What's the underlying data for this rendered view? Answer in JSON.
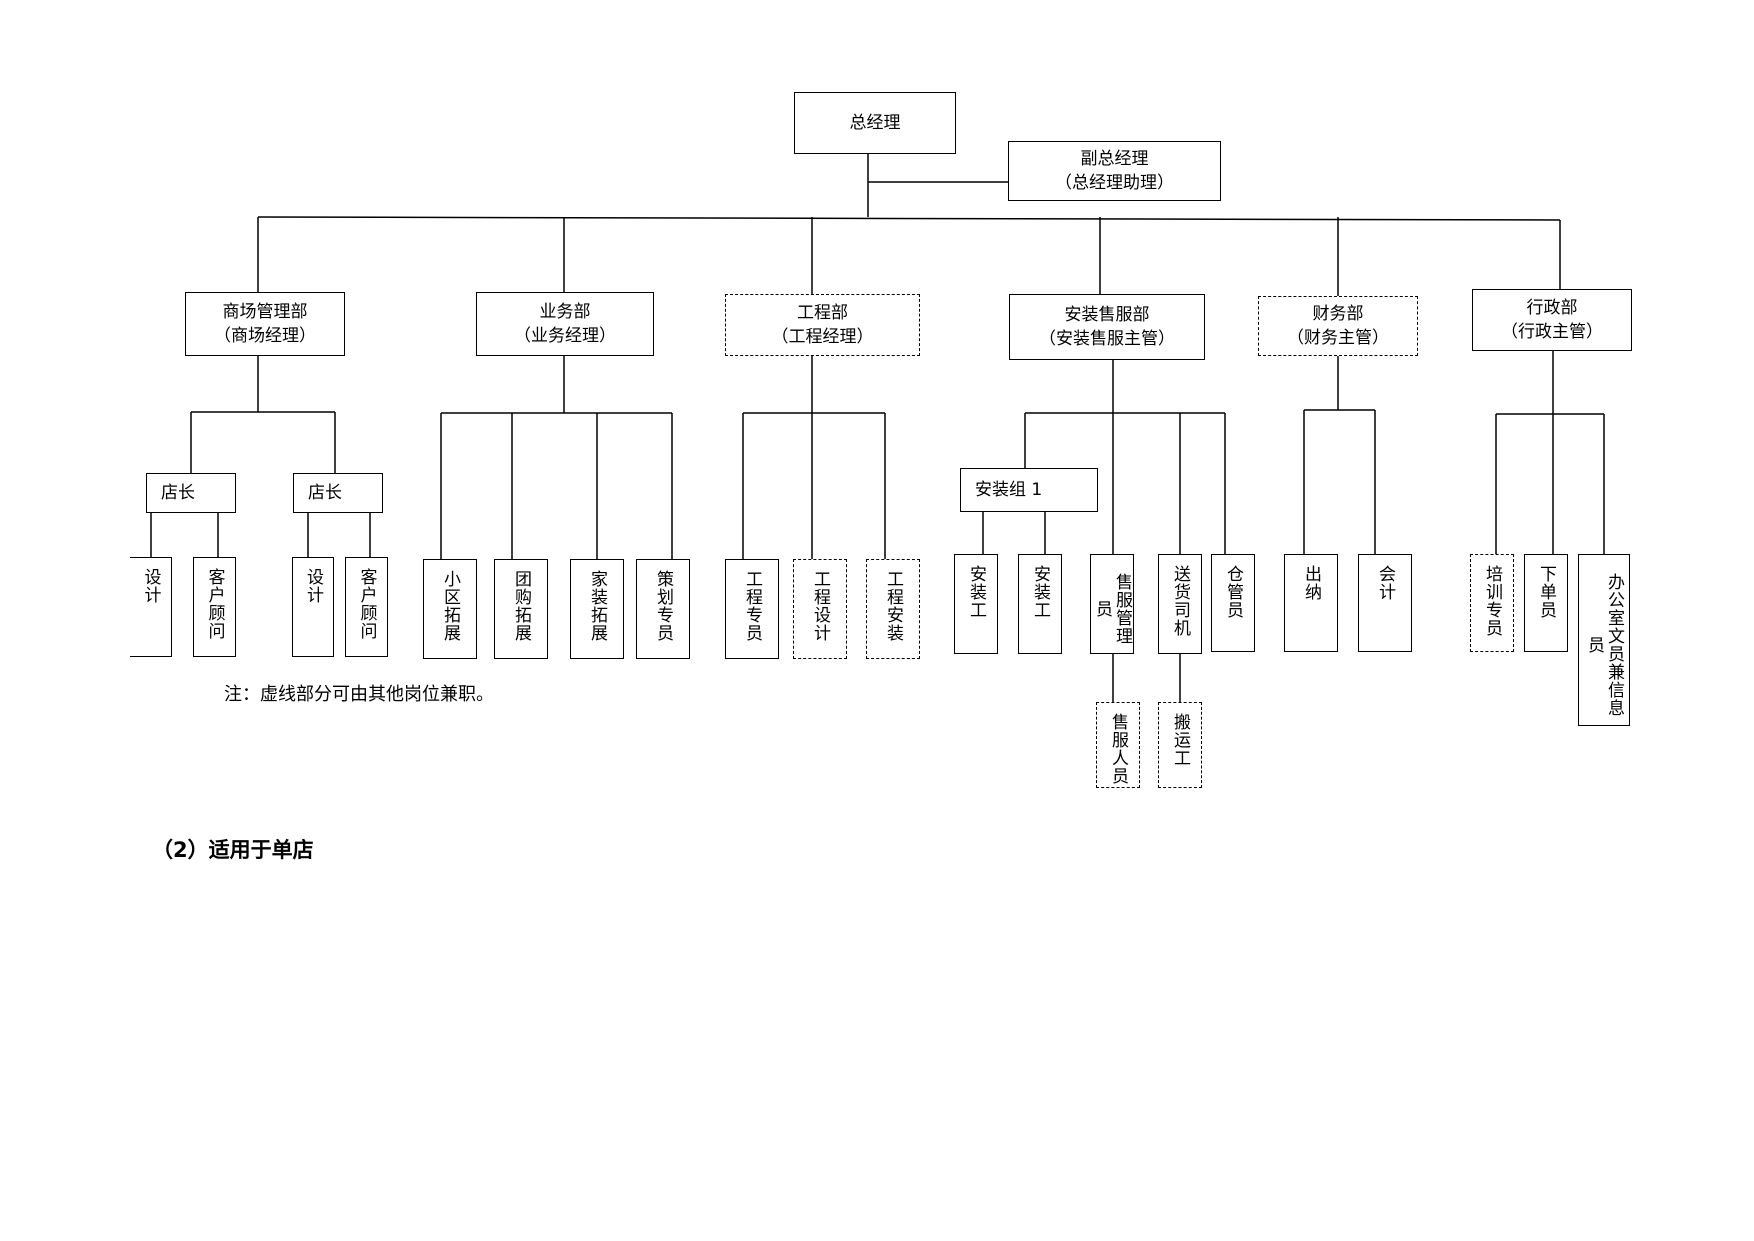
{
  "chart_data": {
    "type": "org-chart",
    "root": {
      "label": "总经理",
      "children": [
        {
          "label": "副总经理",
          "sub": "（总经理助理）"
        }
      ]
    },
    "departments": [
      {
        "label": "商场管理部",
        "sub": "（商场经理）",
        "dashed": false,
        "groups": [
          {
            "label": "店长",
            "children": [
              {
                "label": "设计",
                "dashed": false
              },
              {
                "label": "客户顾问",
                "dashed": false
              }
            ]
          },
          {
            "label": "店长",
            "children": [
              {
                "label": "设计",
                "dashed": false
              },
              {
                "label": "客户顾问",
                "dashed": false
              }
            ]
          }
        ]
      },
      {
        "label": "业务部",
        "sub": "（业务经理）",
        "dashed": false,
        "children": [
          {
            "label": "小区拓展",
            "dashed": false
          },
          {
            "label": "团购拓展",
            "dashed": false
          },
          {
            "label": "家装拓展",
            "dashed": false
          },
          {
            "label": "策划专员",
            "dashed": false
          }
        ]
      },
      {
        "label": "工程部",
        "sub": "（工程经理）",
        "dashed": true,
        "children": [
          {
            "label": "工程专员",
            "dashed": false
          },
          {
            "label": "工程设计",
            "dashed": true
          },
          {
            "label": "工程安装",
            "dashed": true
          }
        ]
      },
      {
        "label": "安装售服部",
        "sub": "（安装售服主管）",
        "dashed": false,
        "groups": [
          {
            "label": "安装组 1",
            "children": [
              {
                "label": "安装工",
                "dashed": false
              },
              {
                "label": "安装工",
                "dashed": false
              }
            ]
          }
        ],
        "children": [
          {
            "label": "售服管理员",
            "dashed": false,
            "child": {
              "label": "售服人员",
              "dashed": true
            }
          },
          {
            "label": "送货司机",
            "dashed": false,
            "child": {
              "label": "搬运工",
              "dashed": true
            }
          },
          {
            "label": "仓管员",
            "dashed": false
          }
        ]
      },
      {
        "label": "财务部",
        "sub": "（财务主管）",
        "dashed": true,
        "children": [
          {
            "label": "出纳",
            "dashed": false
          },
          {
            "label": "会计",
            "dashed": false
          }
        ]
      },
      {
        "label": "行政部",
        "sub": "（行政主管）",
        "dashed": false,
        "children": [
          {
            "label": "培训专员",
            "dashed": true
          },
          {
            "label": "下单员",
            "dashed": false
          },
          {
            "label": "办公室文员兼信息员",
            "dashed": false
          }
        ]
      }
    ]
  },
  "note": "注：虚线部分可由其他岗位兼职。",
  "subtitle": "（2）适用于单店"
}
